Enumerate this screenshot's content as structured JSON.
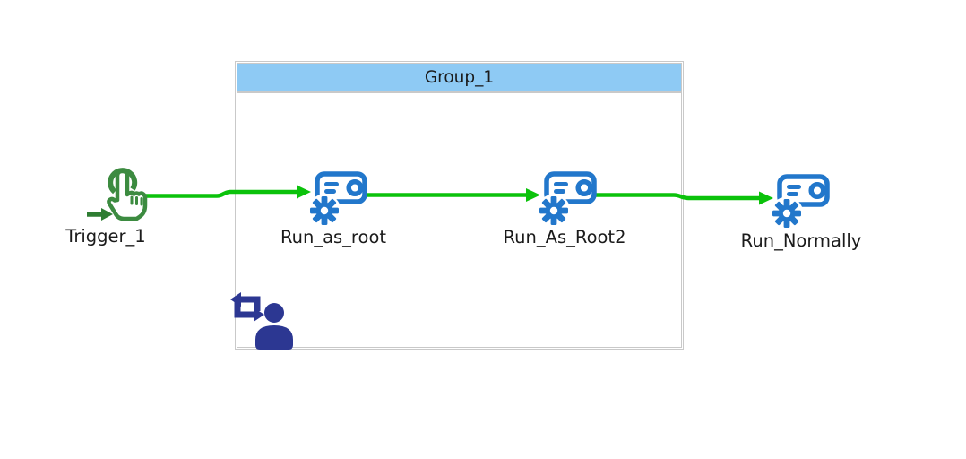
{
  "group": {
    "label": "Group_1"
  },
  "nodes": [
    {
      "id": "trigger",
      "label": "Trigger_1",
      "icon": "tap-trigger-icon"
    },
    {
      "id": "run_as_root",
      "label": "Run_as_root",
      "icon": "run-command-icon"
    },
    {
      "id": "run_as_root2",
      "label": "Run_As_Root2",
      "icon": "run-command-icon"
    },
    {
      "id": "run_normally",
      "label": "Run_Normally",
      "icon": "run-command-icon"
    }
  ],
  "edges": [
    {
      "from": "Trigger_1",
      "to": "Run_as_root"
    },
    {
      "from": "Run_as_root",
      "to": "Run_As_Root2"
    },
    {
      "from": "Run_As_Root2",
      "to": "Run_Normally"
    }
  ],
  "badges": [
    {
      "id": "switch-user",
      "icon": "switch-user-icon",
      "location": "group-bottom-left"
    }
  ],
  "colors": {
    "canvas_white": "#ffffff",
    "edge_green": "#0bc20b",
    "node_blue": "#2277cb",
    "trigger_green": "#3c8b40",
    "trigger_arrow_green": "#2e7d32",
    "group_header_blue": "#8ecaf4",
    "group_border_gray": "#c9c9c9",
    "switch_user_navy": "#2c3792",
    "label_text": "#1b1b1b"
  }
}
